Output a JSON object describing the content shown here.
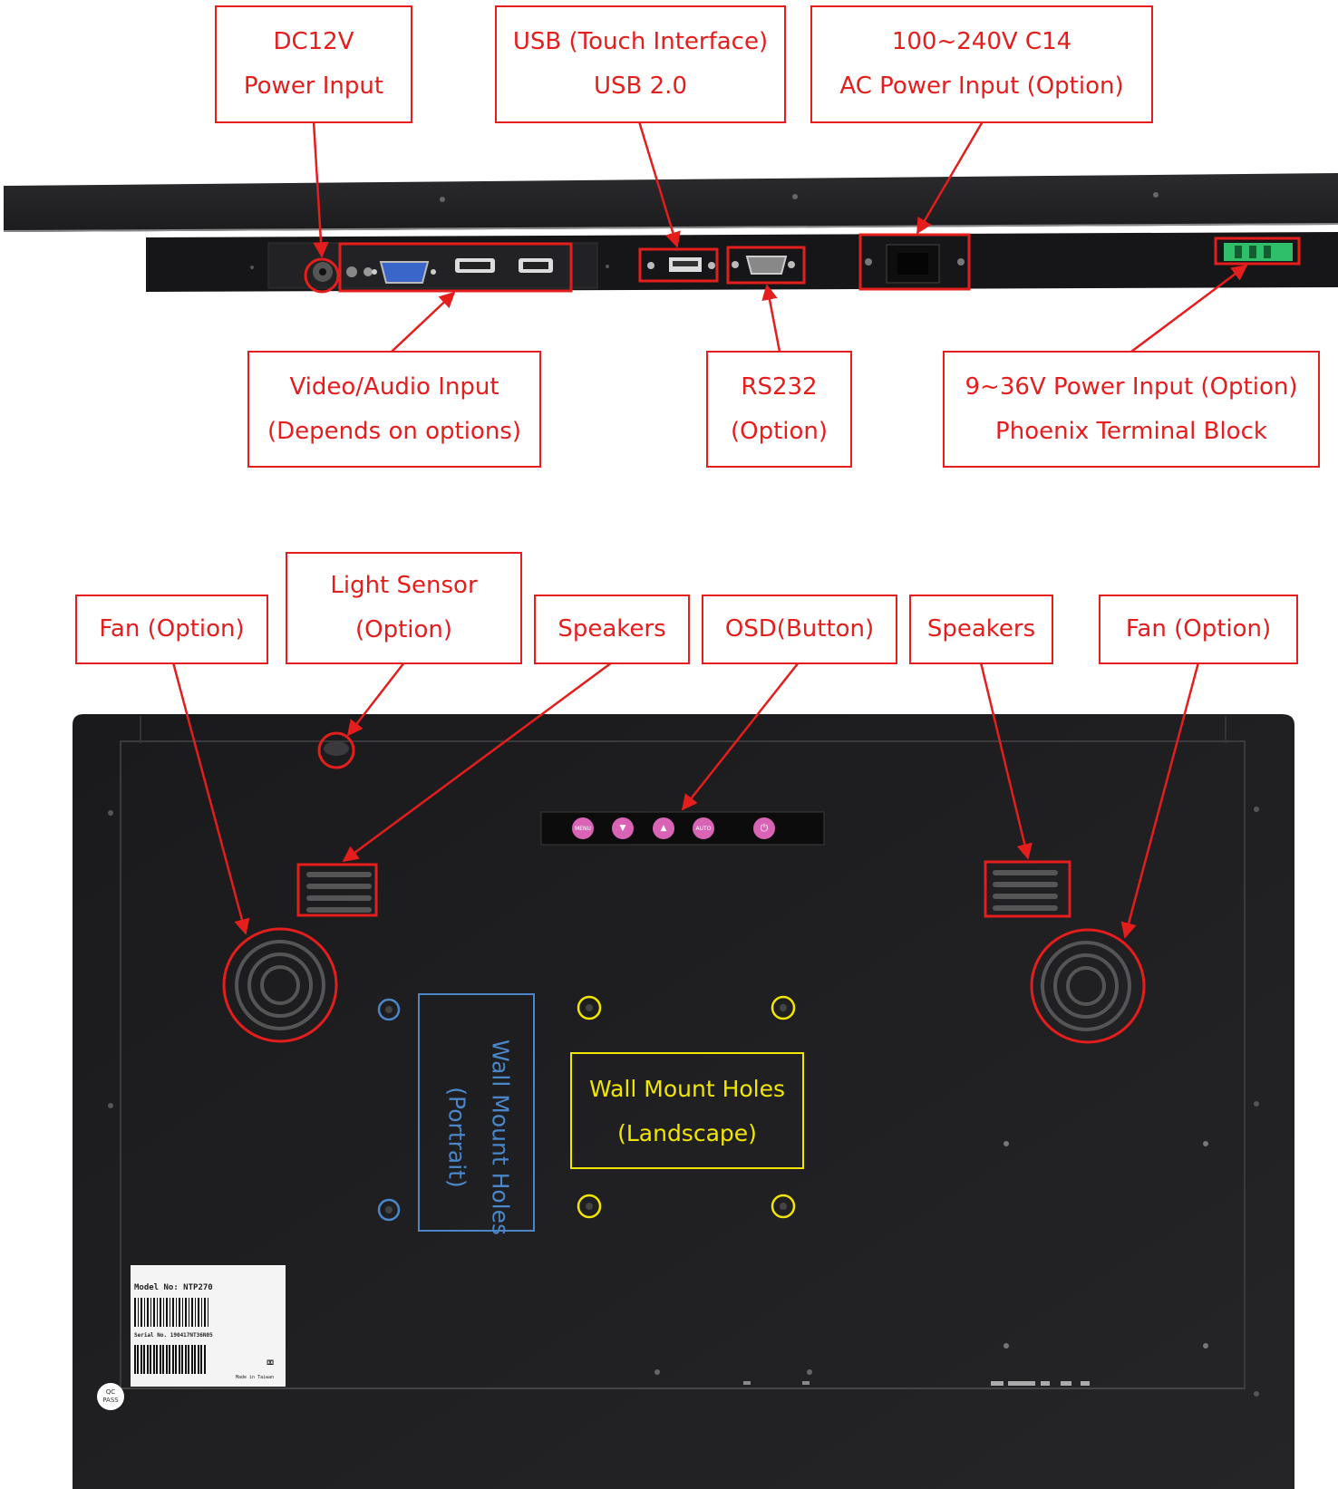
{
  "callouts": {
    "dc12v": [
      "DC12V",
      "Power Input"
    ],
    "usb": [
      "USB (Touch Interface)",
      "USB 2.0"
    ],
    "ac": [
      "100~240V C14",
      "AC Power Input (Option)"
    ],
    "video": [
      "Video/Audio Input",
      "(Depends on options)"
    ],
    "rs232": [
      "RS232",
      "(Option)"
    ],
    "phoenix": [
      "9~36V Power Input (Option)",
      "Phoenix Terminal Block"
    ],
    "fan_left": [
      "Fan (Option)"
    ],
    "light_sensor": [
      "Light Sensor",
      "(Option)"
    ],
    "speakers_left": [
      "Speakers"
    ],
    "osd": [
      "OSD(Button)"
    ],
    "speakers_right": [
      "Speakers"
    ],
    "fan_right": [
      "Fan (Option)"
    ],
    "wall_portrait": [
      "Wall Mount Holes",
      "(Portrait)"
    ],
    "wall_landscape": [
      "Wall Mount Holes",
      "(Landscape)"
    ]
  },
  "osd_buttons": [
    "MENU",
    "▼",
    "▲",
    "AUTO",
    "⏻"
  ],
  "label": {
    "model": "Model No:  NTP270",
    "serial": "Serial No. 190417NT36N05",
    "made_in": "Made in Taiwan"
  },
  "qc": [
    "QC",
    "PASS"
  ],
  "colors": {
    "annotation": "#e41d1d",
    "portrait": "#4a86c8",
    "landscape": "#f2e600",
    "panel": "#1b1b1d"
  }
}
